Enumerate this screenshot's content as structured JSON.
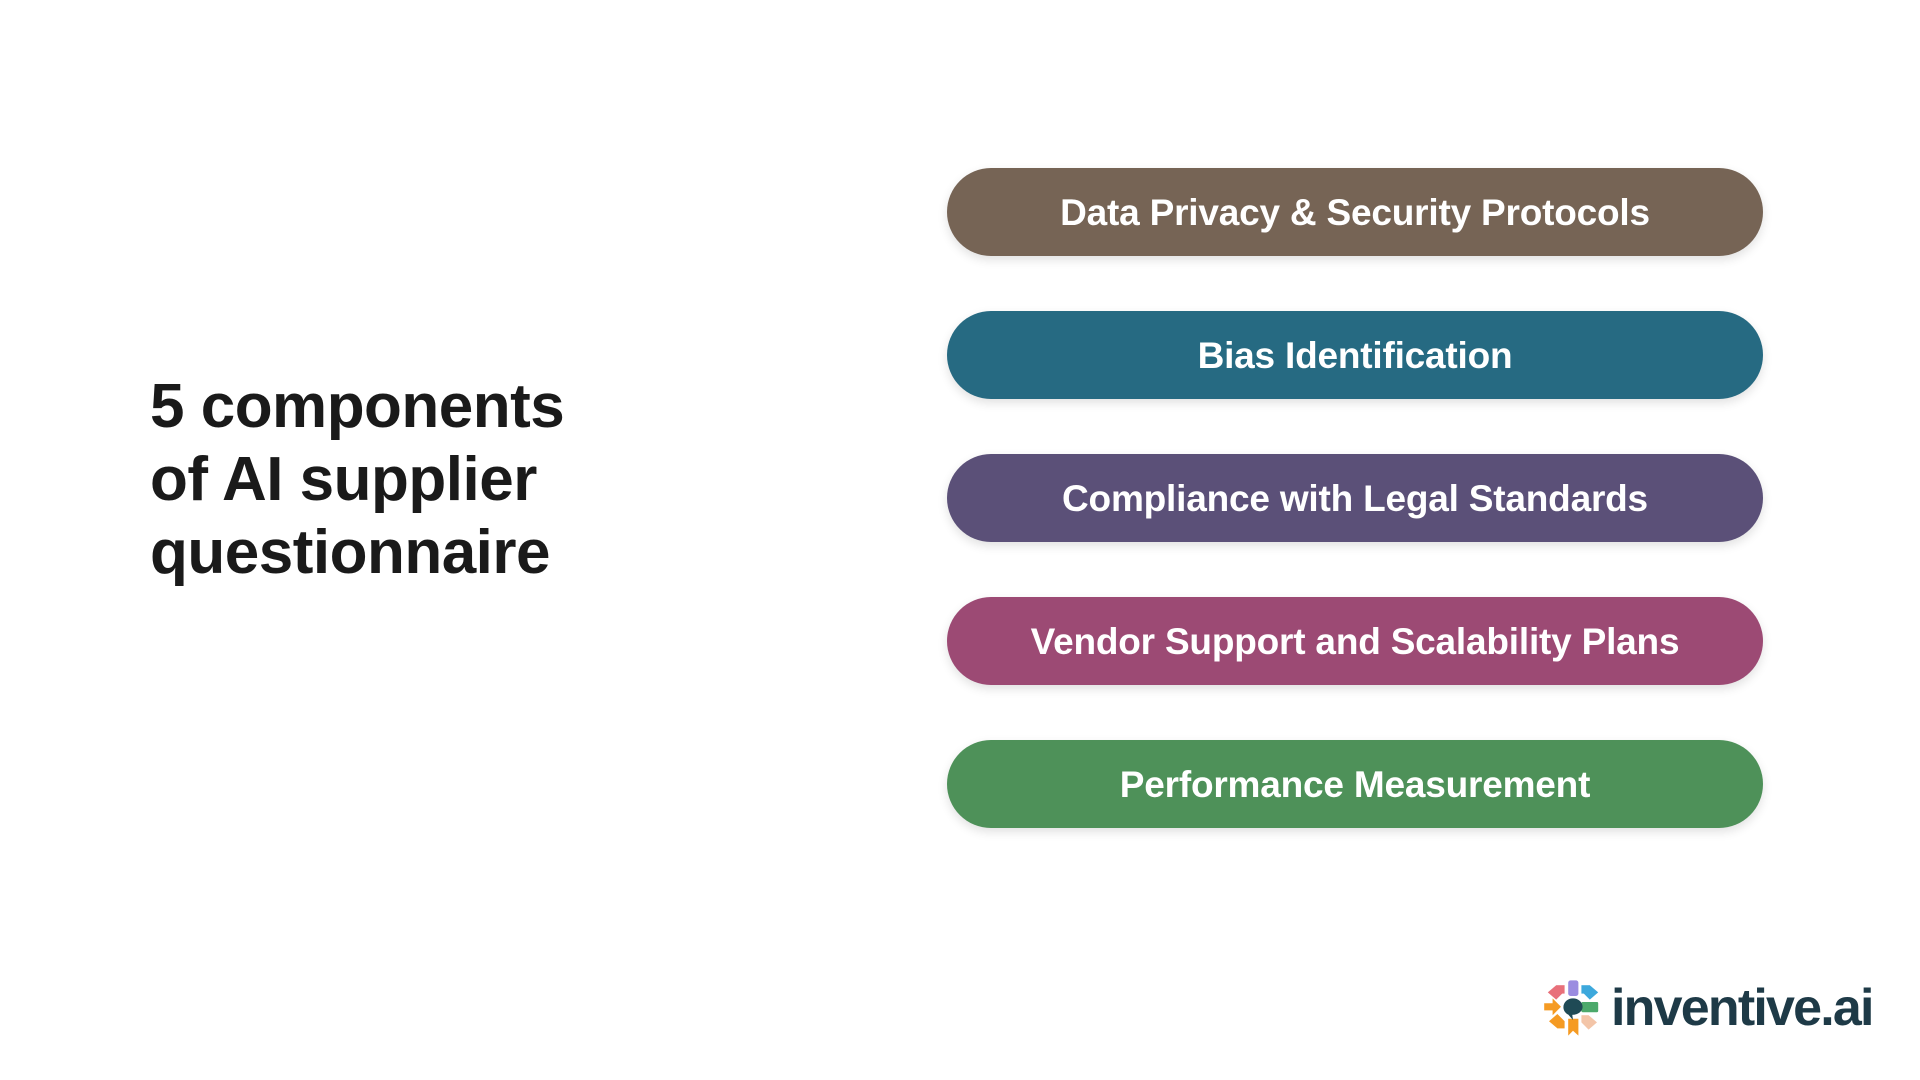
{
  "slide": {
    "background_color": "#FFFFFF",
    "heading": {
      "lines": [
        "5 components",
        "of AI supplier",
        "questionnaire"
      ],
      "full_text": "5 components of AI supplier questionnaire",
      "color": "#1A1A1A"
    },
    "components": [
      {
        "index": 1,
        "label": "Data Privacy & Security Protocols",
        "color": "#766455",
        "text_color": "#FFFFFF"
      },
      {
        "index": 2,
        "label": "Bias Identification",
        "color": "#266A82",
        "text_color": "#FFFFFF"
      },
      {
        "index": 3,
        "label": "Compliance with Legal Standards",
        "color": "#5B5078",
        "text_color": "#FFFFFF"
      },
      {
        "index": 4,
        "label": "Vendor Support and Scalability Plans",
        "color": "#9C4A74",
        "text_color": "#FFFFFF"
      },
      {
        "index": 5,
        "label": "Performance Measurement",
        "color": "#4E9159",
        "text_color": "#FFFFFF"
      }
    ],
    "logo": {
      "icon_name": "inventive-starburst-icon",
      "wordmark": "inventive.ai",
      "wordmark_color": "#1E3A47",
      "icon_colors": {
        "center": "#1F4A55",
        "top": "#9B8CE0",
        "top_left": "#E8707A",
        "top_right": "#3DA8DC",
        "right": "#4CA96B",
        "bottom_right": "#F3C5A8",
        "bottom": "#F59B23",
        "bottom_left": "#F59B23",
        "left": "#F59B23"
      }
    }
  }
}
